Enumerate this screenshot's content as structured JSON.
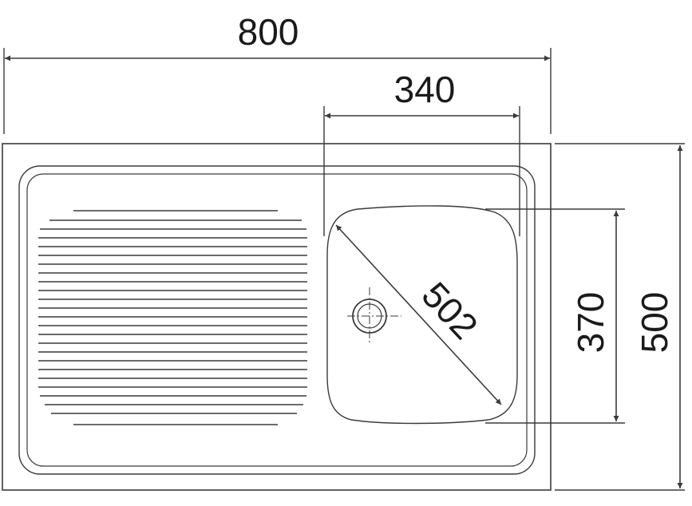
{
  "dimensions": {
    "overall_width": "800",
    "bowl_width": "340",
    "bowl_diagonal": "502",
    "bowl_depth": "370",
    "overall_depth": "500"
  },
  "colors": {
    "line": "#3a3a3a",
    "text": "#1a1a1a",
    "background": "#ffffff"
  }
}
